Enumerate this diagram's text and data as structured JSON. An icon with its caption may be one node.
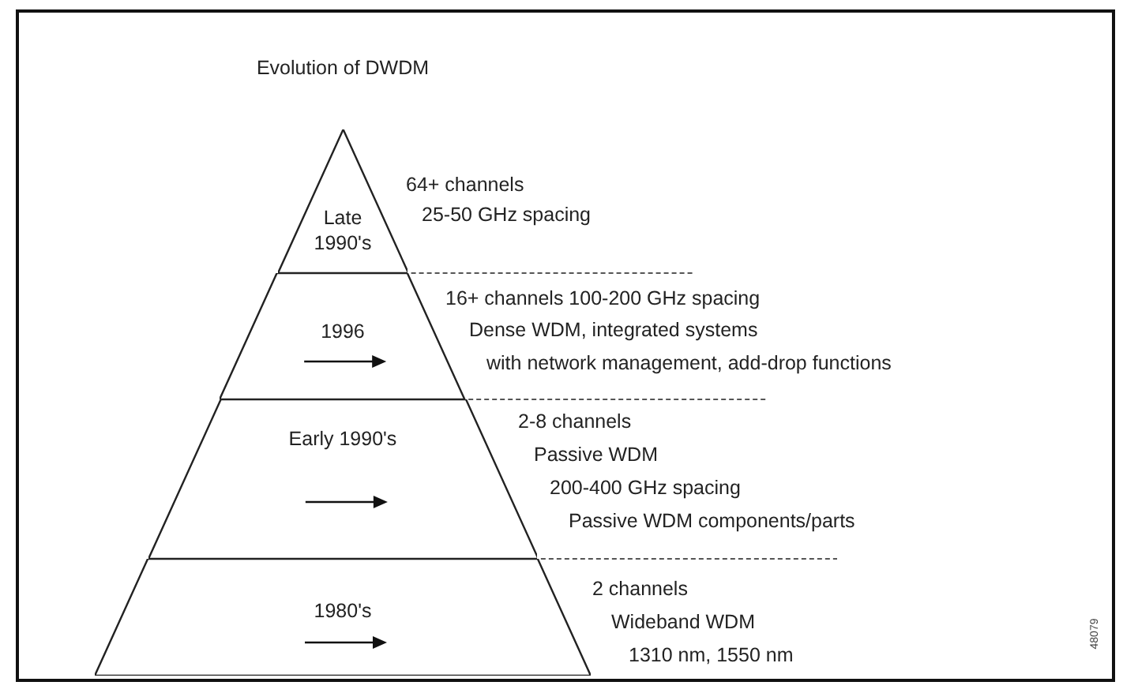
{
  "diagram": {
    "title": "Evolution of DWDM",
    "nodes": [
      {
        "text": [
          "Late 1990's"
        ],
        "beside": [
          "64+ channels",
          "25-50 GHz spacing"
        ]
      },
      {
        "text": [
          "1996"
        ],
        "beside": [
          "16+ channels 100-200 GHz spacing",
          "Dense WDM, integrated systems",
          "with network management, add-drop functions"
        ]
      },
      {
        "text": [
          "Early 1990's"
        ],
        "beside": [
          "2-8 channels",
          "Passive WDM",
          "200-400 GHz spacing",
          "Passive WDM components/parts"
        ]
      },
      {
        "text": [
          "1980's"
        ],
        "beside": [
          "2 channels",
          "Wideband WDM",
          "1310 nm, 1550 nm"
        ]
      }
    ],
    "edges": [],
    "labels": [
      "48079"
    ]
  }
}
